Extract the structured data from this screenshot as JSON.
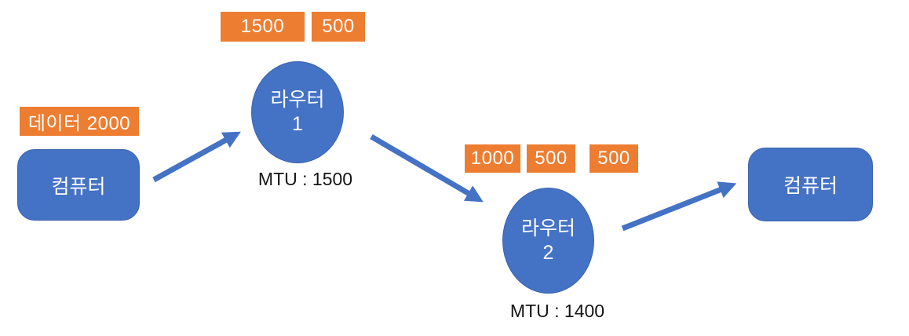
{
  "diagram": {
    "source_badge_label": "데이터 2000",
    "computer_left_label": "컴퓨터",
    "computer_right_label": "컴퓨터",
    "router1": {
      "name": "라우터",
      "number": "1",
      "mtu_label": "MTU : 1500"
    },
    "router2": {
      "name": "라우터",
      "number": "2",
      "mtu_label": "MTU : 1400"
    },
    "fragments_after_router1": [
      "1500",
      "500"
    ],
    "fragments_after_router2": [
      "1000",
      "500",
      "500"
    ],
    "colors": {
      "badge_orange": "#ED7D31",
      "node_blue": "#4472C4",
      "node_border_blue": "#3B64AC",
      "arrow_blue": "#4472C4",
      "text_on_shapes": "#FFFFFF",
      "mtu_text": "#141414",
      "background": "#FFFFFF"
    }
  }
}
